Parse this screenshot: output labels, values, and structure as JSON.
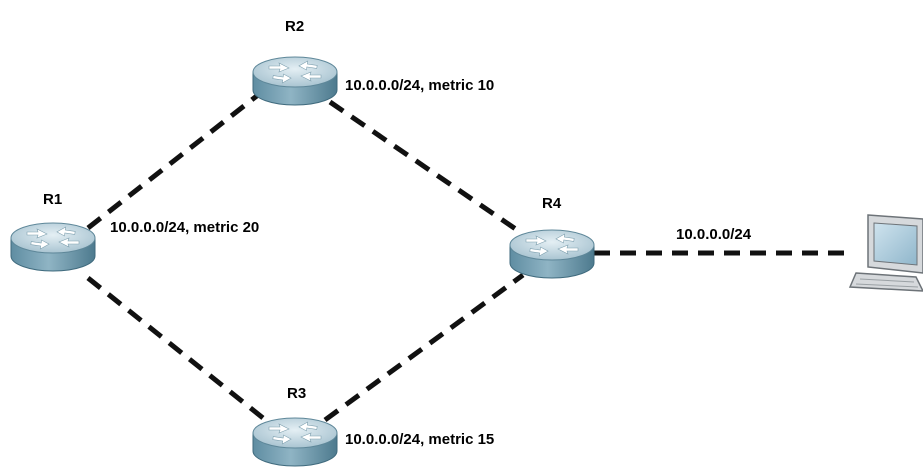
{
  "colors": {
    "link": "#111111",
    "router_top": "#c9dbe3",
    "router_side": "#6f98ab",
    "router_dark": "#3f6a7d",
    "arrow": "#ffffff",
    "pc_screen": "#a9c9da",
    "pc_body": "#d6d9dc",
    "pc_outline": "#6d7378"
  },
  "routers": [
    {
      "id": "R1",
      "label": "R1"
    },
    {
      "id": "R2",
      "label": "R2"
    },
    {
      "id": "R3",
      "label": "R3"
    },
    {
      "id": "R4",
      "label": "R4"
    }
  ],
  "links": [
    {
      "from": "R1",
      "to": "R2"
    },
    {
      "from": "R1",
      "to": "R3"
    },
    {
      "from": "R2",
      "to": "R4"
    },
    {
      "from": "R3",
      "to": "R4"
    },
    {
      "from": "R4",
      "to": "PC"
    }
  ],
  "annotations": {
    "r1_route": "10.0.0.0/24, metric 20",
    "r2_route": "10.0.0.0/24, metric 10",
    "r3_route": "10.0.0.0/24, metric 15",
    "r4_pc_net": "10.0.0.0/24"
  },
  "icons": {
    "router": "router-icon",
    "pc": "workstation-icon"
  }
}
